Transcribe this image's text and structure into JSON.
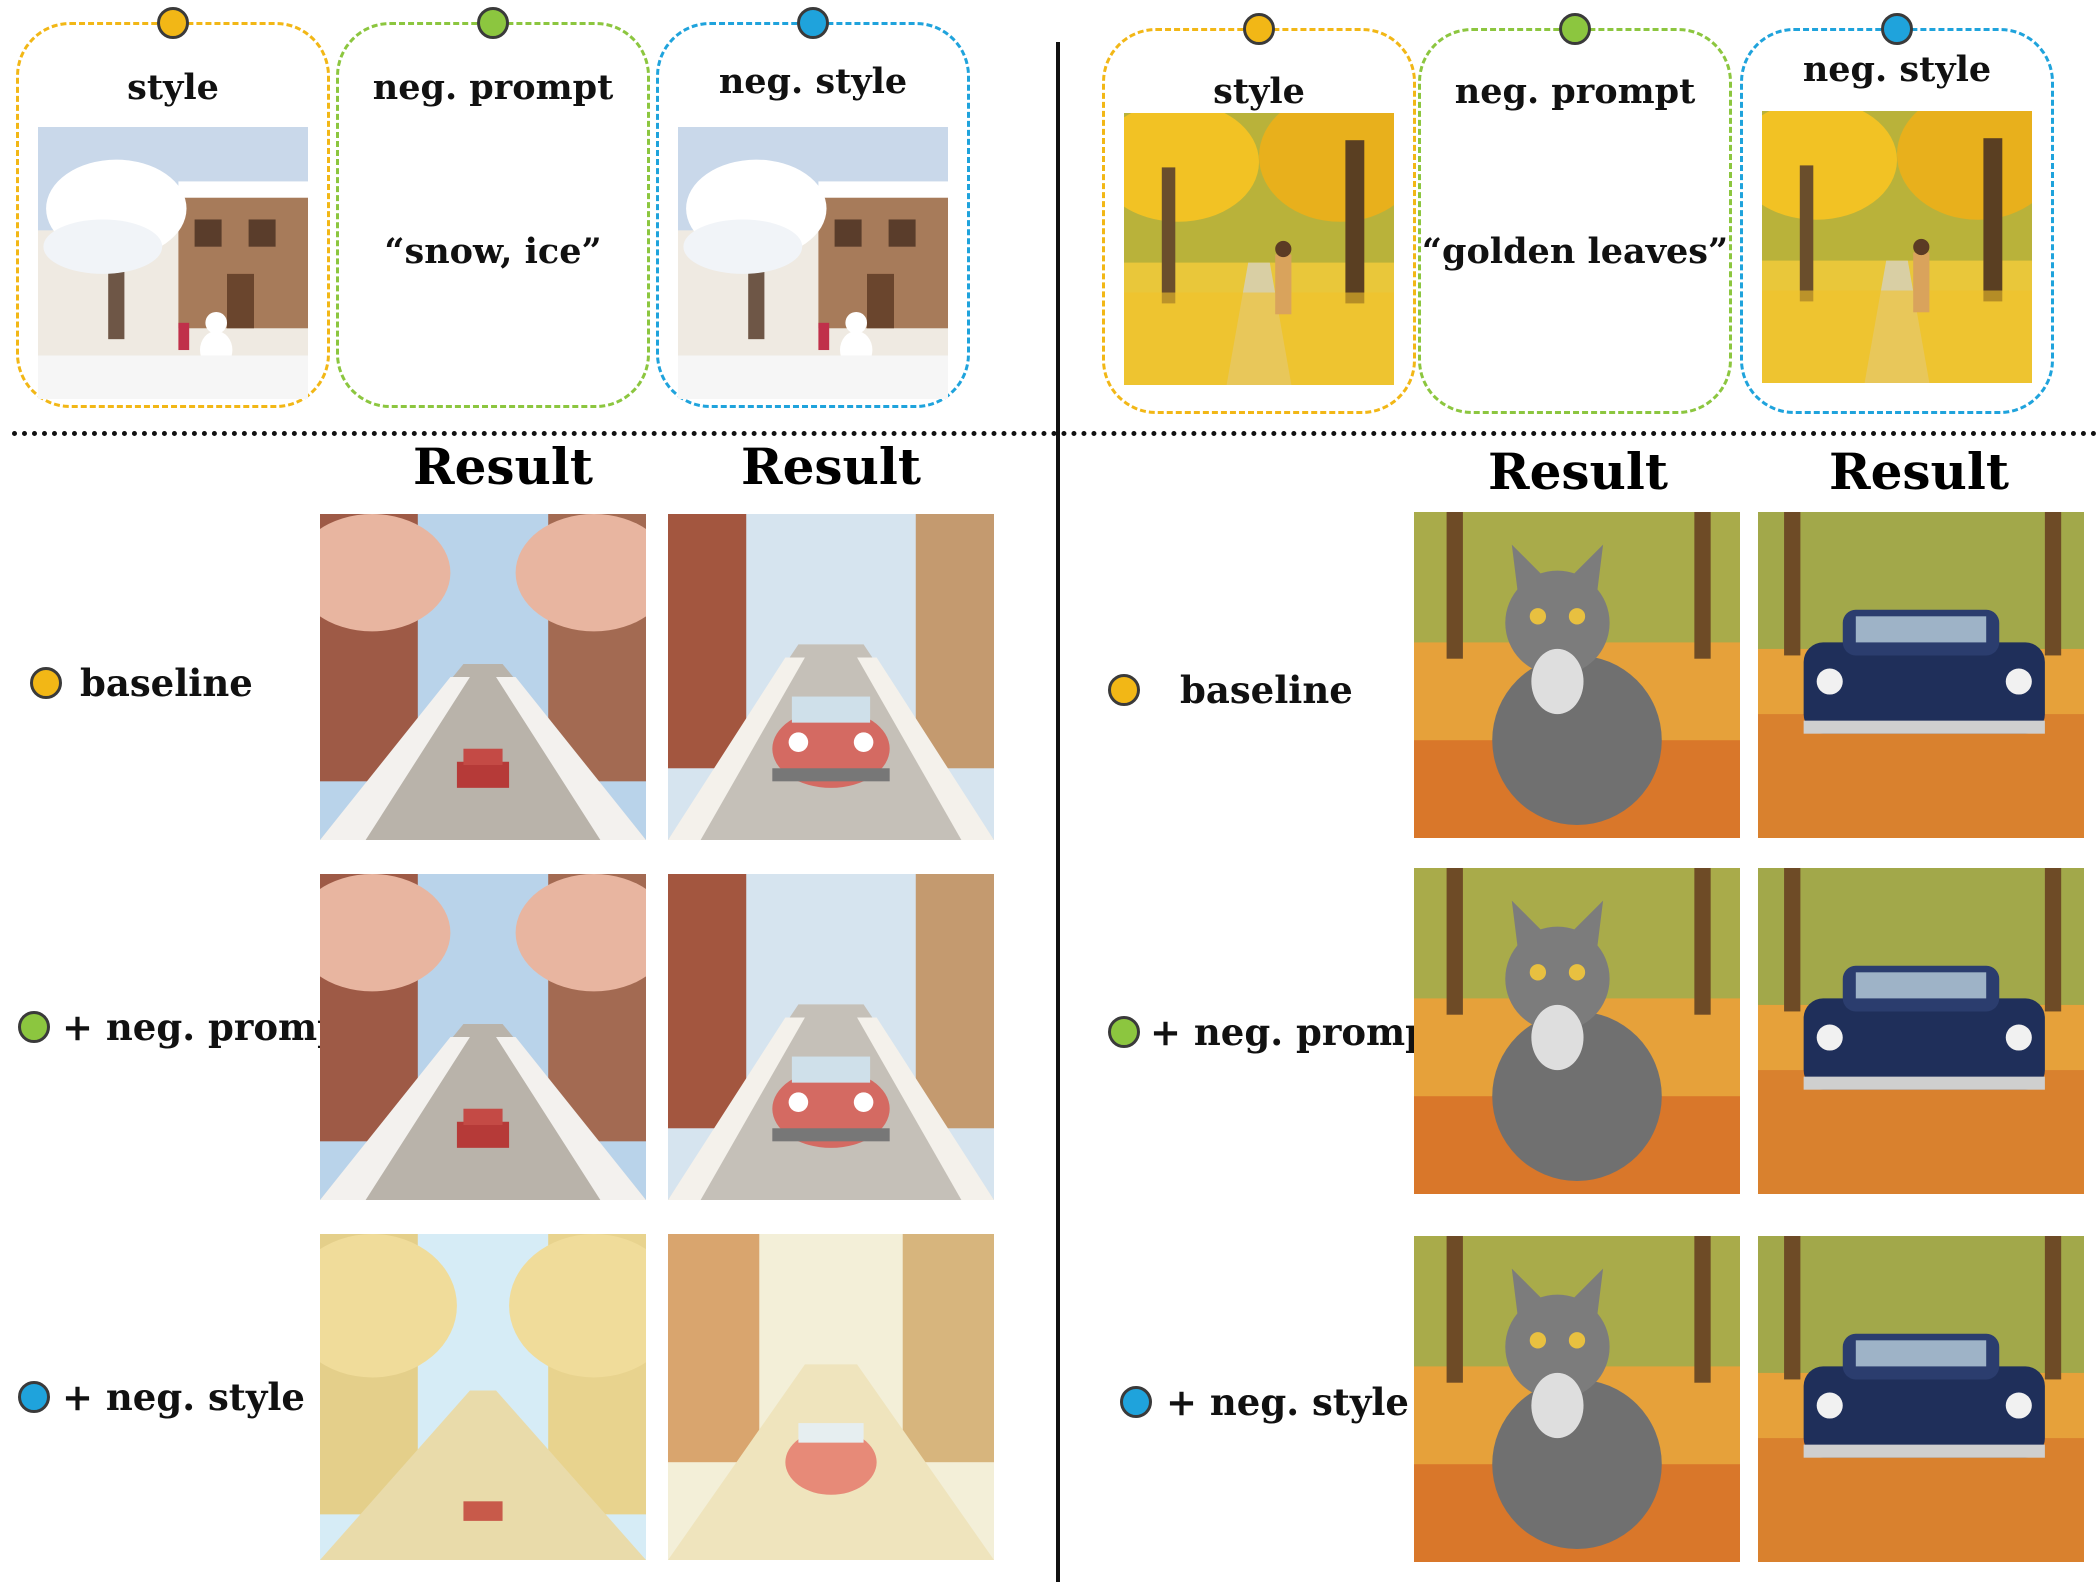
{
  "colors": {
    "style": "#f2b716",
    "neg_prompt": "#8cc63f",
    "neg_style": "#1fa3dc"
  },
  "left": {
    "cards": {
      "style_label": "style",
      "neg_prompt_label": "neg. prompt",
      "neg_prompt_text": "“snow, ice”",
      "neg_style_label": "neg. style"
    },
    "result_heads": [
      "Result",
      "Result"
    ],
    "rows": [
      {
        "label": "baseline"
      },
      {
        "label": "+ neg. prompt"
      },
      {
        "label": "+ neg. style"
      }
    ]
  },
  "right": {
    "cards": {
      "style_label": "style",
      "neg_prompt_label": "neg. prompt",
      "neg_prompt_text": "“golden leaves”",
      "neg_style_label": "neg. style"
    },
    "result_heads": [
      "Result",
      "Result"
    ],
    "rows": [
      {
        "label": "baseline"
      },
      {
        "label": "+ neg. prompt"
      },
      {
        "label": "+ neg. style"
      }
    ]
  }
}
